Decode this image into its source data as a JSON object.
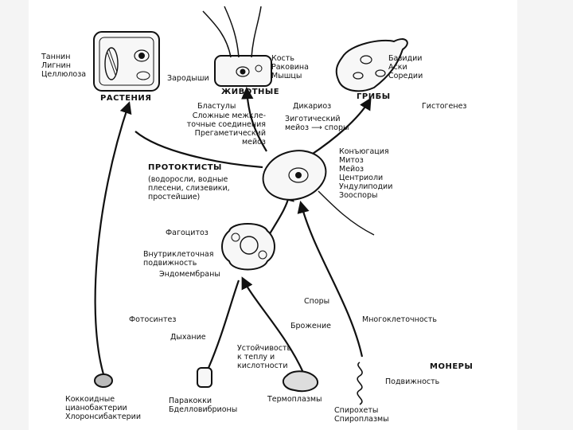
{
  "colors": {
    "ink": "#111111",
    "background": "#ffffff",
    "side_frame": "#f4f4f4"
  },
  "headings": {
    "plants": "РАСТЕНИЯ",
    "animals": "ЖИВОТНЫЕ",
    "fungi": "ГРИБЫ",
    "protists": "ПРОТОКТИСТЫ",
    "monera": "МОНЕРЫ"
  },
  "labels": {
    "plants_traits": "Таннин\nЛигнин\nЦеллюлоза",
    "embryos": "Зародыши",
    "animals_traits": "Кость\nРаковина\nМышцы",
    "fungi_traits": "Базидии\nАски\nСоредии",
    "histogenesis": "Гистогенез",
    "blastula": "Бластулы",
    "junctions": "Сложные межкле-\nточные соединения\nПрегаметический\nмейоз",
    "dikaryosis": "Дикариоз",
    "zygotic_meiosis": "Зиготический\nмейоз ⟶ споры",
    "protist_examples": "(водоросли, водные\nплесени, слизевики,\nпростейшие)",
    "protist_traits": "Конъюгация\nМитоз\nМейоз\nЦентриоли\nУндулиподии\nЗооспоры",
    "phagocytosis": "Фагоцитоз",
    "intracellular_motility": "Внутриклеточная\nподвижность",
    "endomembranes": "Эндомембраны",
    "spores": "Споры",
    "multicellularity": "Многоклеточность",
    "photosynthesis": "Фотосинтез",
    "fermentation": "Брожение",
    "respiration": "Дыхание",
    "heat_acid_resistance": "Устойчивость\nк теплу и\nкислотности",
    "motility": "Подвижность",
    "coccoid_bacteria": "Коккоидные\nцианобактерии\nХлоронсибактерии",
    "paracoccus": "Паракокки\nБделловибрионы",
    "thermoplasma": "Термоплазмы",
    "spirochetes": "Спирохеты\nСпироплазмы"
  }
}
